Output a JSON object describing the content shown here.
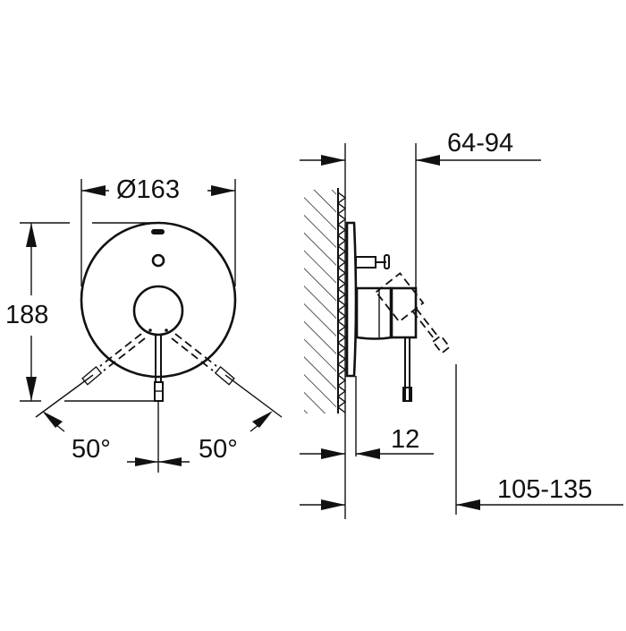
{
  "drawing": {
    "type": "technical dimension drawing",
    "front_view": {
      "diameter_label": "Ø163",
      "height_label": "188",
      "angle_left_label": "50°",
      "angle_right_label": "50°"
    },
    "side_view": {
      "depth_range_label": "64-94",
      "plate_label": "12",
      "total_range_label": "105-135"
    }
  }
}
